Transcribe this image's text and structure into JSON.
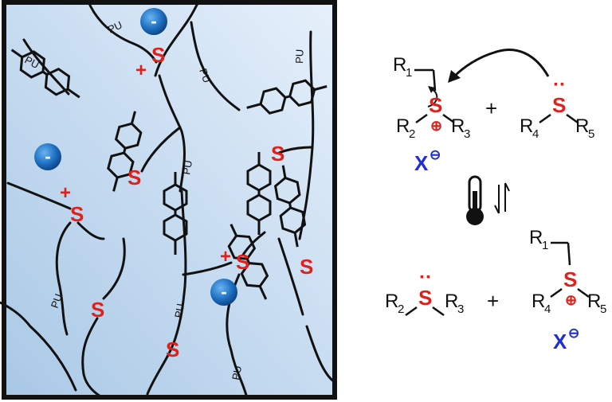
{
  "network": {
    "polymer_label": "PU",
    "sulfur_label": "S",
    "cation_sign": "+",
    "anion_sign": "-",
    "colors": {
      "background_start": "#a9c8e6",
      "background_end": "#e6f0fb",
      "frame": "#111111",
      "sulfur": "#e0201b",
      "anion": "#1d6fc2"
    }
  },
  "scheme": {
    "sulfur_label": "S",
    "charge_symbol": "⊕",
    "counterion_symbol": "X",
    "counterion_charge": "⊖",
    "plus": "+",
    "heat_icon": "thermometer-icon",
    "equilibrium_icon": "equilibrium-arrows-icon",
    "top_sulfonium": {
      "r1": "R",
      "r1_sub": "1",
      "r2": "R",
      "r2_sub": "2",
      "r3": "R",
      "r3_sub": "3"
    },
    "top_sulfide": {
      "r4": "R",
      "r4_sub": "4",
      "r5": "R",
      "r5_sub": "5"
    },
    "bottom_sulfide": {
      "r2": "R",
      "r2_sub": "2",
      "r3": "R",
      "r3_sub": "3"
    },
    "bottom_sulfonium": {
      "r1": "R",
      "r1_sub": "1",
      "r4": "R",
      "r4_sub": "4",
      "r5": "R",
      "r5_sub": "5"
    }
  }
}
